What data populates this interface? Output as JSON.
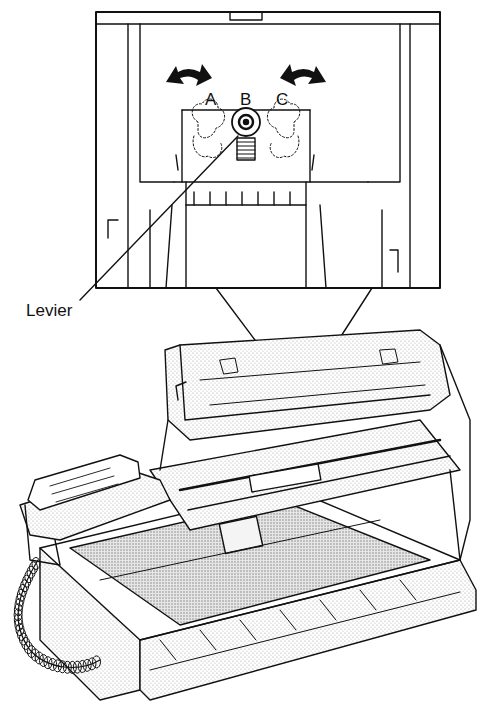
{
  "diagram": {
    "labels": [
      "A",
      "B",
      "C",
      "Levier"
    ]
  }
}
